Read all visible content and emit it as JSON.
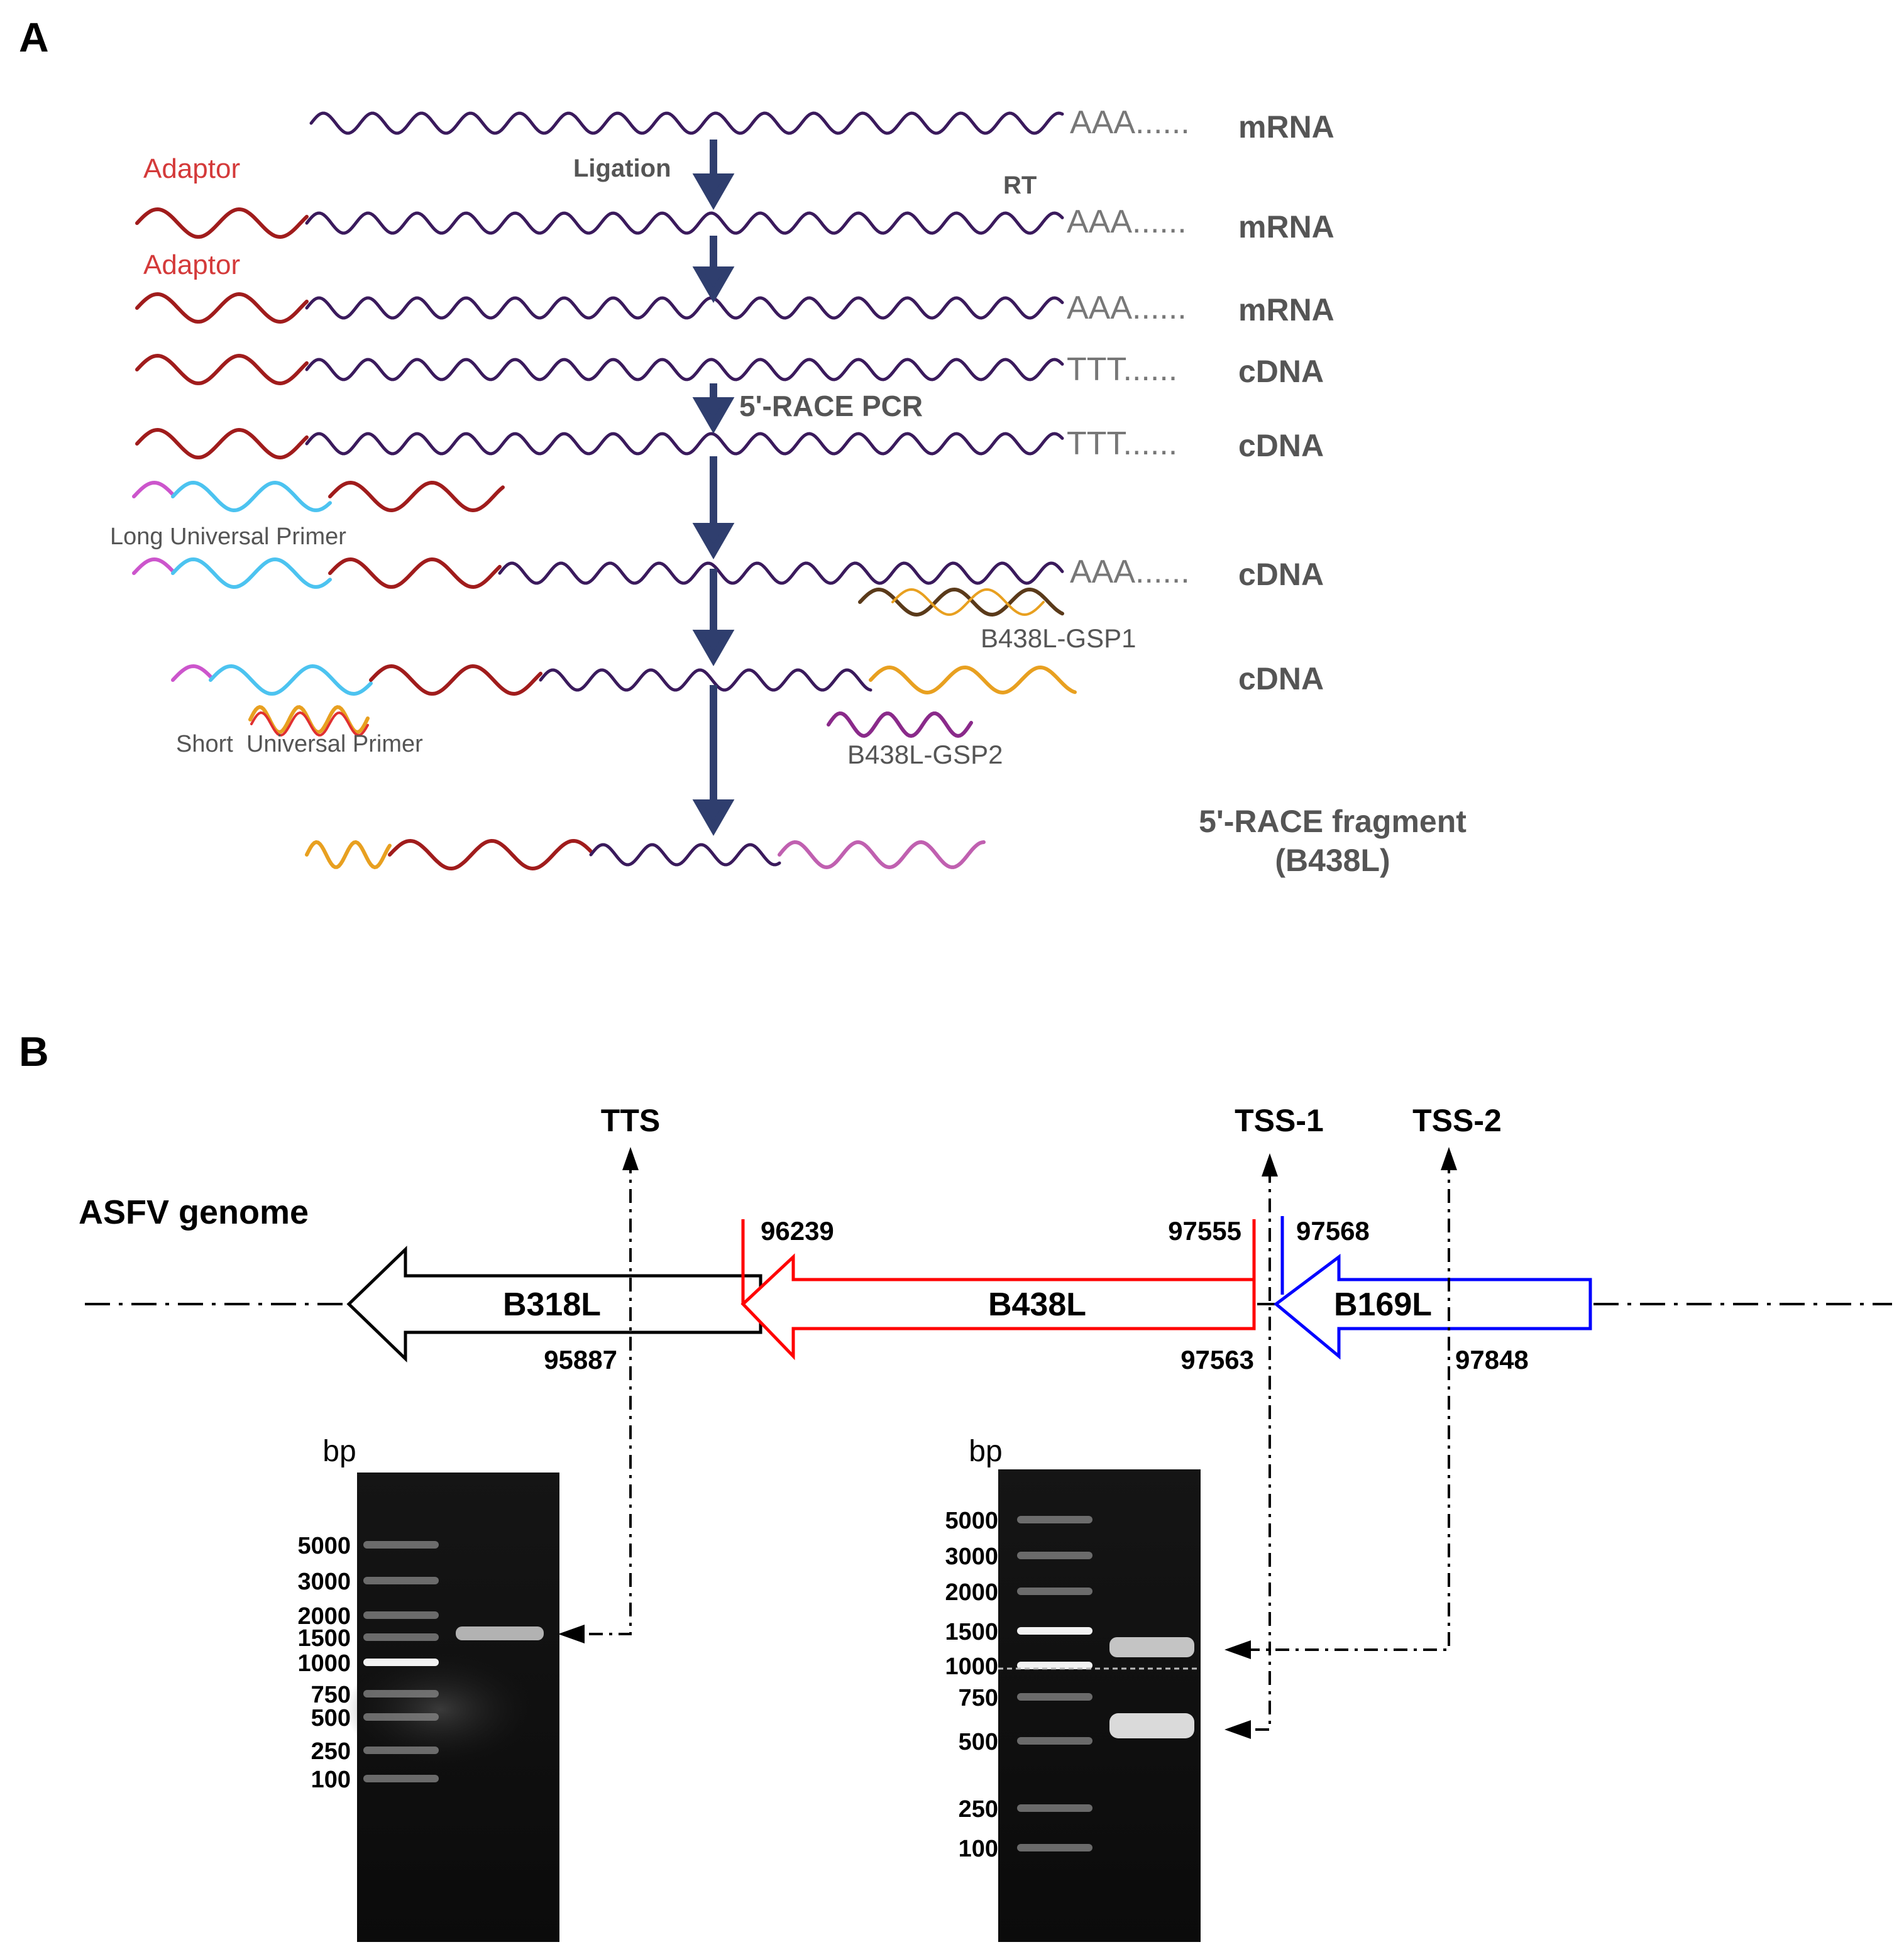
{
  "panel_a": {
    "label": "A",
    "texts": {
      "adaptor_1": "Adaptor",
      "adaptor_2": "Adaptor",
      "ligation": "Ligation",
      "rt": "RT",
      "race_pcr": "5'-RACE PCR",
      "long_primer": "Long Universal Primer",
      "short_primer": "Short  Universal Primer",
      "gsp1": "B438L-GSP1",
      "gsp2": "B438L-GSP2",
      "fragment_line1": "5'-RACE fragment",
      "fragment_line2": "(B438L)"
    },
    "rows": [
      {
        "tail": "AAA......",
        "label": "mRNA"
      },
      {
        "tail": "AAA......",
        "label": "mRNA"
      },
      {
        "tail": "AAA......",
        "label": "mRNA"
      },
      {
        "tail": "TTT......",
        "label": "cDNA"
      },
      {
        "tail": "TTT......",
        "label": "cDNA"
      },
      {
        "tail": "AAA......",
        "label": "cDNA"
      },
      {
        "tail": "",
        "label": "cDNA"
      }
    ]
  },
  "panel_b": {
    "label": "B",
    "genome_label": "ASFV genome",
    "sites": {
      "tts": "TTS",
      "tss1": "TSS-1",
      "tss2": "TSS-2"
    },
    "genes": [
      {
        "name": "B318L",
        "start": "95887",
        "end": "",
        "color": "#000000"
      },
      {
        "name": "B438L",
        "start": "96239",
        "end": "97555",
        "color": "#ff0000"
      },
      {
        "name": "B169L",
        "start": "97568",
        "end": "97848",
        "color": "#0000ff"
      }
    ],
    "coord_97563": "97563",
    "gel_left": {
      "unit": "bp",
      "ladder": [
        "5000",
        "3000",
        "2000",
        "1500",
        "1000",
        "750",
        "500",
        "250",
        "100"
      ]
    },
    "gel_right": {
      "unit": "bp",
      "ladder": [
        "5000",
        "3000",
        "2000",
        "1500",
        "1000",
        "750",
        "500",
        "250",
        "100"
      ]
    }
  },
  "colors": {
    "mrna": "#3a1a5c",
    "adaptor": "#a01c1c",
    "cyan": "#4cc3f0",
    "magenta": "#cc55cc",
    "orange": "#e8a020",
    "arrow": "#2f3e6e",
    "text_gray": "#555555",
    "text_red": "#d43a3a"
  }
}
